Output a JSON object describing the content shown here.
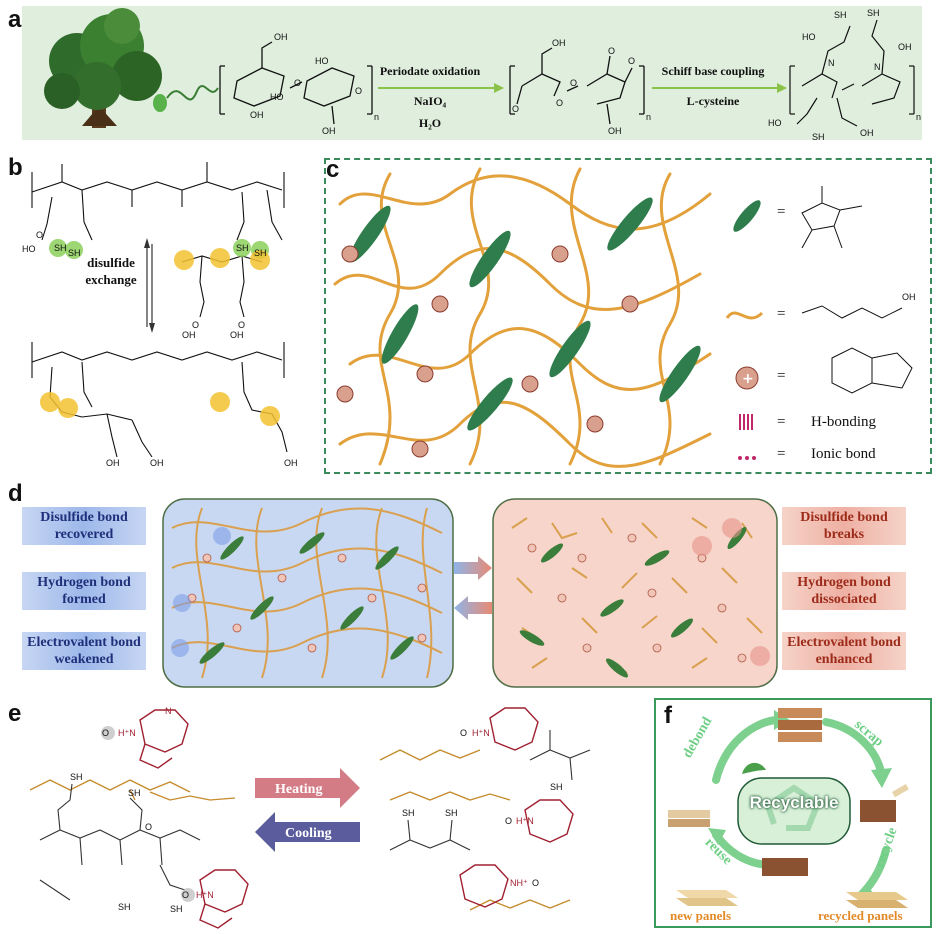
{
  "panel_a": {
    "letter": "a",
    "step1_top": "Periodate oxidation",
    "step1_reagent": "NaIO₄",
    "step1_solvent": "H₂O",
    "step2_top": "Schiff base coupling",
    "step2_reagent": "L-cysteine",
    "subscript_n": "n",
    "bg_color": "#dfeedd"
  },
  "panel_b": {
    "letter": "b",
    "exchange_label": "disulfide\nexchange"
  },
  "panel_c": {
    "letter": "c",
    "legend": [
      {
        "symbol": "green-rod",
        "equals": "="
      },
      {
        "symbol": "orange-chain",
        "equals": "="
      },
      {
        "symbol": "plus-bead",
        "equals": "="
      },
      {
        "symbol": "h-bond-hatch",
        "equals": "=",
        "text": "H-bonding"
      },
      {
        "symbol": "ionic-dots",
        "equals": "=",
        "text": "Ionic bond"
      }
    ],
    "lipoic_cooh": "OH",
    "border_color": "#3a8a5c"
  },
  "panel_d": {
    "letter": "d",
    "left_states": [
      "Disulfide bond\nrecovered",
      "Hydrogen bond\nformed",
      "Electrovalent bond\nweakened"
    ],
    "right_states": [
      "Disulfide bond\nbreaks",
      "Hydrogen bond\ndissociated",
      "Electrovalent bond\nenhanced"
    ],
    "left_bg": "#c9d8f2",
    "right_bg": "#f7d5ca"
  },
  "panel_e": {
    "letter": "e",
    "heating_label": "Heating",
    "cooling_label": "Cooling",
    "heating_color": "#d47c86",
    "cooling_color": "#5a5c9e"
  },
  "panel_f": {
    "letter": "f",
    "center_label": "Recyclable",
    "cycle": [
      "debond",
      "scrap",
      "recycle",
      "reuse"
    ],
    "new_panels": "new panels",
    "recycled_panels": "recycled panels",
    "accent": "#6fcf86"
  }
}
